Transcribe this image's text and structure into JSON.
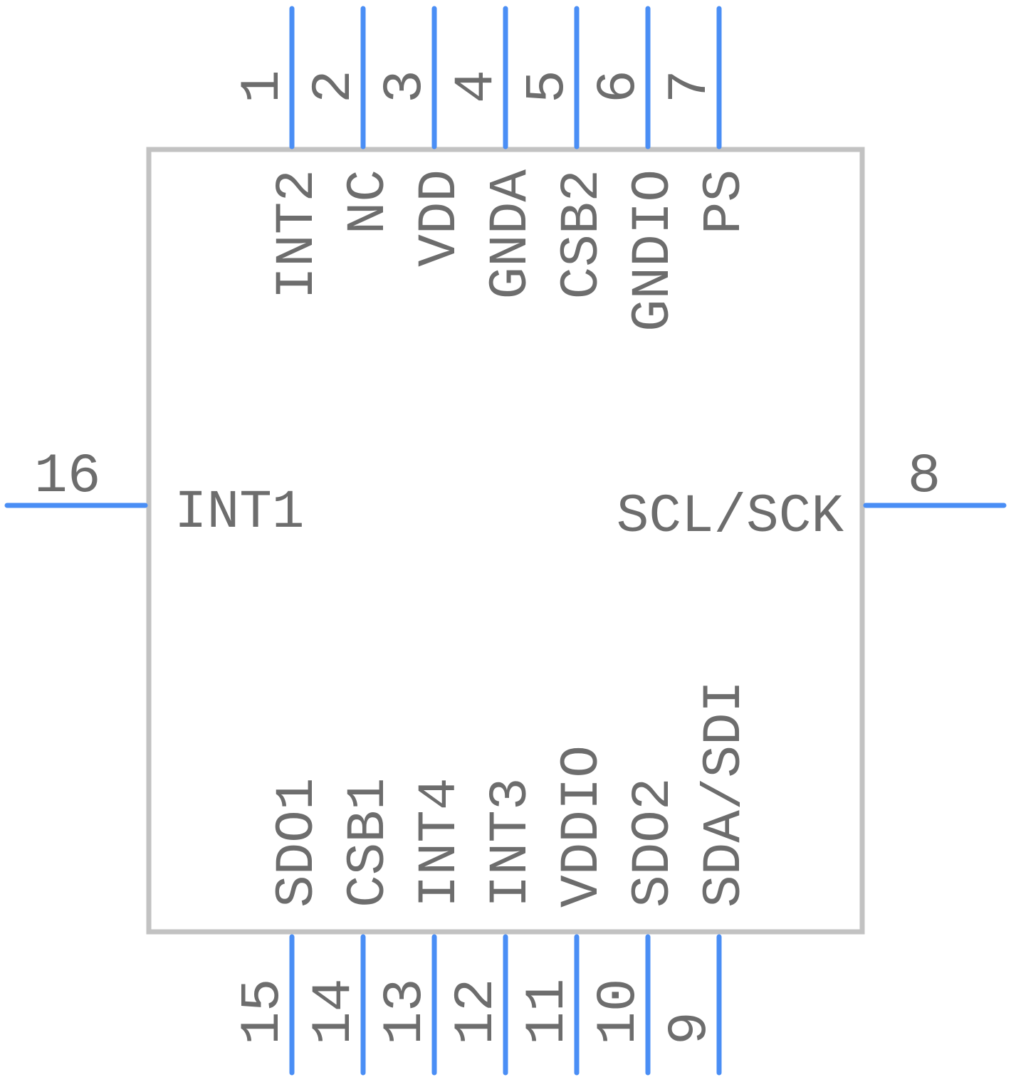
{
  "colors": {
    "pin": "#4a8ef5",
    "body": "#c2c2c2",
    "text": "#6d6d6d",
    "background": "#ffffff"
  },
  "pins": [
    {
      "number": "1",
      "name": "INT2"
    },
    {
      "number": "2",
      "name": "NC"
    },
    {
      "number": "3",
      "name": "VDD"
    },
    {
      "number": "4",
      "name": "GNDA"
    },
    {
      "number": "5",
      "name": "CSB2"
    },
    {
      "number": "6",
      "name": "GNDIO"
    },
    {
      "number": "7",
      "name": "PS"
    },
    {
      "number": "8",
      "name": "SCL/SCK"
    },
    {
      "number": "9",
      "name": "SDA/SDI"
    },
    {
      "number": "10",
      "name": "SDO2"
    },
    {
      "number": "11",
      "name": "VDDIO"
    },
    {
      "number": "12",
      "name": "INT3"
    },
    {
      "number": "13",
      "name": "INT4"
    },
    {
      "number": "14",
      "name": "CSB1"
    },
    {
      "number": "15",
      "name": "SDO1"
    },
    {
      "number": "16",
      "name": "INT1"
    }
  ]
}
